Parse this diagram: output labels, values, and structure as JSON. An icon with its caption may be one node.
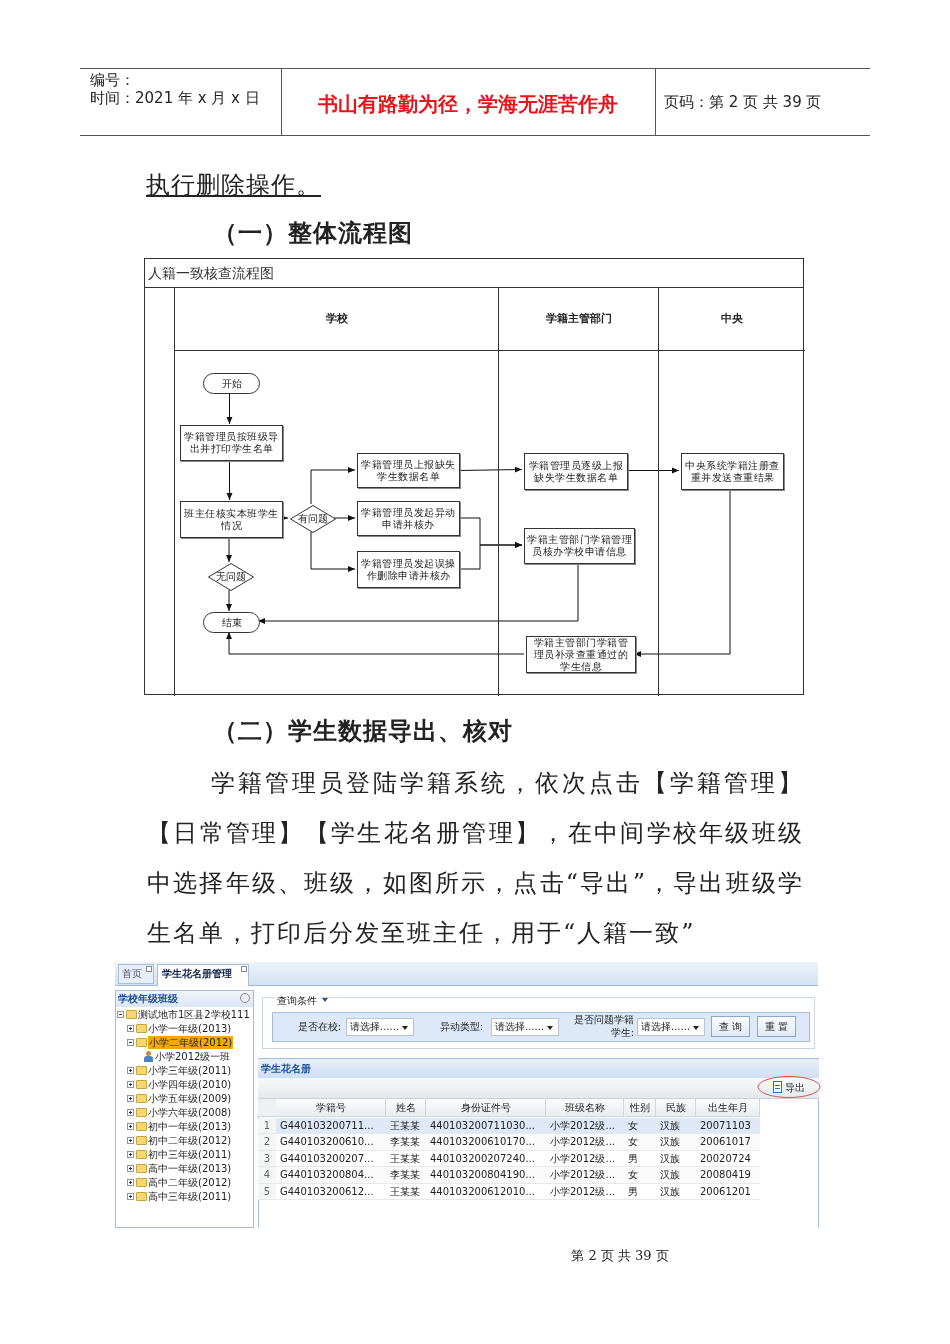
{
  "diagram": {
    "nodes": [
      {
        "text": [
          "人籍一致核查流程图"
        ]
      },
      {
        "text": [
          "学校"
        ],
        "in": 0
      },
      {
        "text": [
          "学籍主管部门"
        ],
        "in": 0
      },
      {
        "text": [
          "中央"
        ],
        "in": 0
      },
      {
        "text": [
          "开始"
        ],
        "in": 1
      },
      {
        "text": [
          "学籍管理员按班级导出并打印学生名单"
        ],
        "in": 1
      },
      {
        "text": [
          "班主任核实本班学生情况"
        ],
        "in": 1
      },
      {
        "text": [
          "有问题"
        ],
        "in": 1
      },
      {
        "text": [
          "学籍管理员上报缺失学生数据名单"
        ],
        "in": 1
      },
      {
        "text": [
          "学籍管理员发起异动申请并核办"
        ],
        "in": 1
      },
      {
        "text": [
          "学籍管理员发起误操作删除申请并核办"
        ],
        "in": 1
      },
      {
        "text": [
          "无问题"
        ],
        "in": 1
      },
      {
        "text": [
          "结束"
        ],
        "in": 1
      },
      {
        "text": [
          "学籍管理员逐级上报缺失学生数据名单"
        ],
        "in": 2
      },
      {
        "text": [
          "学籍主管部门学籍管理员核办学校申请信息"
        ],
        "in": 2
      },
      {
        "text": [
          "中央系统学籍注册查重并发送查重结果"
        ],
        "in": 3
      },
      {
        "text": [
          "学籍主管部门学籍管理员补录查重通过的学生信息"
        ],
        "in": 2
      }
    ],
    "edges": [
      {
        "from": 4,
        "to": 5,
        "arrow": "to"
      },
      {
        "from": 5,
        "to": 6,
        "arrow": "to"
      },
      {
        "from": 6,
        "to": 7,
        "arrow": "to"
      },
      {
        "from": 7,
        "to": 8,
        "arrow": "to"
      },
      {
        "from": 7,
        "to": 9,
        "arrow": "to"
      },
      {
        "from": 7,
        "to": 10,
        "arrow": "to"
      },
      {
        "from": 6,
        "to": 11,
        "arrow": "to"
      },
      {
        "from": 11,
        "to": 12,
        "arrow": "to"
      },
      {
        "from": 8,
        "to": 13,
        "arrow": "to"
      },
      {
        "from": 9,
        "to": 14,
        "arrow": "to"
      },
      {
        "from": 10,
        "to": 14,
        "arrow": "to"
      },
      {
        "from": 13,
        "to": 15,
        "arrow": "to"
      },
      {
        "from": 14,
        "to": 12,
        "arrow": "to"
      },
      {
        "from": 15,
        "to": 16,
        "arrow": "to"
      },
      {
        "from": 16,
        "to": 12,
        "arrow": "to"
      }
    ],
    "labels": [
      "编号：",
      "时间：2021 年 x 月 x 日",
      "书山有路勤为径，学海无涯苦作舟",
      "页码：第 2 页 共 39 页",
      "执行删除操作。",
      "（一）整体流程图",
      "（二）学生数据导出、核对",
      "学籍管理员登陆学籍系统，依次点击【学籍管理】【日常管理】【学生花名册管理】，在中间学校年级班级中选择年级、班级，如图所示，点击“导出”，导出班级学生名单，打印后分发至班主任，用于“人籍一致”",
      "首页",
      "学生花名册管理",
      "学校年级班级",
      "测试地市1区县2学校111",
      "小学一年级(2013)",
      "小学二年级(2012)",
      "小学2012级一班",
      "小学三年级(2011)",
      "小学四年级(2010)",
      "小学五年级(2009)",
      "小学六年级(2008)",
      "初中一年级(2013)",
      "初中二年级(2012)",
      "初中三年级(2011)",
      "高中一年级(2013)",
      "高中二年级(2012)",
      "高中三年级(2011)",
      "查询条件",
      "是否在校:",
      "请选择......",
      "异动类型:",
      "请选择......",
      "是否问题学籍学生:",
      "请选择......",
      "查 询",
      "重 置",
      "学生花名册",
      "导出",
      "学籍号",
      "姓名",
      "身份证件号",
      "班级名称",
      "性别",
      "民族",
      "出生年月",
      "1",
      "G440103200711...",
      "王某某",
      "440103200711030...",
      "小学2012级...",
      "女",
      "汉族",
      "20071103",
      "2",
      "G440103200610...",
      "李某某",
      "440103200610170...",
      "小学2012级...",
      "女",
      "汉族",
      "20061017",
      "3",
      "G440103200207...",
      "王某某",
      "440103200207240...",
      "小学2012级...",
      "男",
      "汉族",
      "20020724",
      "4",
      "G440103200804...",
      "李某某",
      "440103200804190...",
      "小学2012级...",
      "女",
      "汉族",
      "20080419",
      "5",
      "G440103200612...",
      "王某某",
      "440103200612010...",
      "小学2012级...",
      "男",
      "汉族",
      "20061201",
      "第 2 页 共 39 页"
    ]
  }
}
